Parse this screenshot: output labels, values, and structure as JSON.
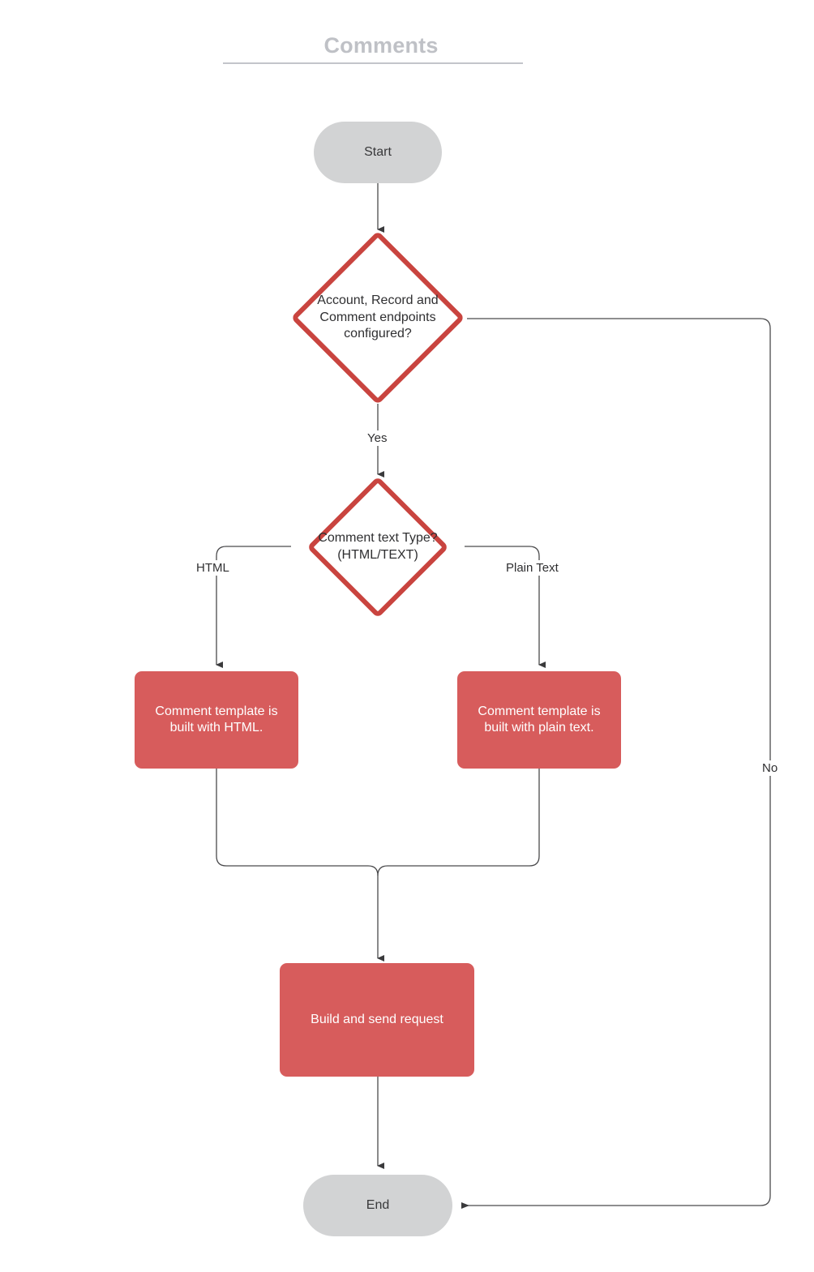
{
  "title": "Comments",
  "colors": {
    "title_gray": "#bfc1c6",
    "terminator_fill": "#d2d3d4",
    "process_fill": "#d75c5c",
    "decision_stroke": "#c9443f",
    "edge_stroke": "#3a3a3c",
    "text_dark": "#2f2f31",
    "text_light": "#ffffff"
  },
  "diagram": {
    "type": "flowchart",
    "nodes": [
      {
        "id": "start",
        "shape": "terminator",
        "label": "Start"
      },
      {
        "id": "decision1",
        "shape": "decision",
        "label": "Account, Record and\nComment endpoints\nconfigured?"
      },
      {
        "id": "decision2",
        "shape": "decision",
        "label": "Comment text Type?\n(HTML/TEXT)"
      },
      {
        "id": "html_box",
        "shape": "process",
        "label": "Comment  template is\nbuilt with HTML."
      },
      {
        "id": "plain_box",
        "shape": "process",
        "label": "Comment  template is\nbuilt with plain text."
      },
      {
        "id": "build_send",
        "shape": "process",
        "label": "Build and send request"
      },
      {
        "id": "end",
        "shape": "terminator",
        "label": "End"
      }
    ],
    "edges": [
      {
        "from": "start",
        "to": "decision1",
        "label": ""
      },
      {
        "from": "decision1",
        "to": "decision2",
        "label": "Yes"
      },
      {
        "from": "decision1",
        "to": "end",
        "label": "No"
      },
      {
        "from": "decision2",
        "to": "html_box",
        "label": "HTML"
      },
      {
        "from": "decision2",
        "to": "plain_box",
        "label": "Plain Text"
      },
      {
        "from": "html_box",
        "to": "build_send",
        "label": ""
      },
      {
        "from": "plain_box",
        "to": "build_send",
        "label": ""
      },
      {
        "from": "build_send",
        "to": "end",
        "label": ""
      }
    ],
    "edge_labels": {
      "yes": "Yes",
      "no": "No",
      "html": "HTML",
      "plain_text": "Plain Text"
    }
  }
}
